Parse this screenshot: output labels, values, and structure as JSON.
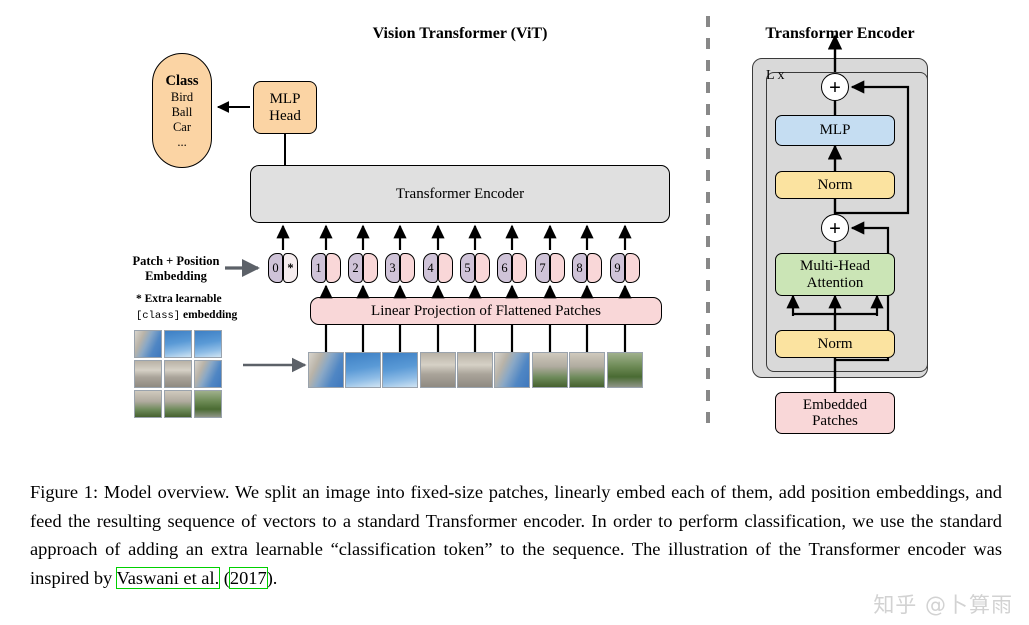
{
  "figure": {
    "left_panel_title": "Vision Transformer (ViT)",
    "right_panel_title": "Transformer Encoder"
  },
  "left_panel": {
    "class_box": {
      "heading": "Class",
      "items": [
        "Bird",
        "Ball",
        "Car",
        "..."
      ]
    },
    "mlp_head": "MLP\nHead",
    "mlp_head_line1": "MLP",
    "mlp_head_line2": "Head",
    "transformer_encoder": "Transformer Encoder",
    "linear_projection": "Linear Projection of Flattened Patches",
    "patch_position_label_line1": "Patch + Position",
    "patch_position_label_line2": "Embedding",
    "extra_learnable_line1": "* Extra learnable",
    "extra_learnable_mono": "[class]",
    "extra_learnable_line2_tail": " embedding",
    "tokens": [
      {
        "index": "0",
        "right": "*",
        "right_is_star": true
      },
      {
        "index": "1",
        "right": "",
        "right_is_star": false
      },
      {
        "index": "2",
        "right": "",
        "right_is_star": false
      },
      {
        "index": "3",
        "right": "",
        "right_is_star": false
      },
      {
        "index": "4",
        "right": "",
        "right_is_star": false
      },
      {
        "index": "5",
        "right": "",
        "right_is_star": false
      },
      {
        "index": "6",
        "right": "",
        "right_is_star": false
      },
      {
        "index": "7",
        "right": "",
        "right_is_star": false
      },
      {
        "index": "8",
        "right": "",
        "right_is_star": false
      },
      {
        "index": "9",
        "right": "",
        "right_is_star": false
      }
    ],
    "num_patches": 9
  },
  "right_panel": {
    "repeat_label": "L x",
    "mlp": "MLP",
    "norm_top": "Norm",
    "attention_line1": "Multi-Head",
    "attention_line2": "Attention",
    "norm_bottom": "Norm",
    "embedded_patches_line1": "Embedded",
    "embedded_patches_line2": "Patches",
    "plus_symbol": "+"
  },
  "caption": {
    "prefix": "Figure 1: Model overview. We split an image into fixed-size patches, linearly embed each of them, add position embeddings, and feed the resulting sequence of vectors to a standard Transformer encoder. In order to perform classification, we use the standard approach of adding an extra learnable “classification token” to the sequence. The illustration of the Transformer encoder was inspired by ",
    "cite_author": "Vaswani et al.",
    "cite_open_paren": " (",
    "cite_year": "2017",
    "cite_close": ")."
  },
  "watermark": {
    "text": "知乎 @卜算雨"
  },
  "colors": {
    "encoder_gray": "#e0e0e0",
    "panel_gray": "#d9d9d9",
    "class_orange": "#fbd4a4",
    "pink": "#f9d7d8",
    "purple": "#cfc3d8",
    "mlp_blue": "#c5ddf2",
    "norm_yellow": "#fbe3a0",
    "attn_green": "#cbe5b6",
    "citation_green": "#00d000",
    "divider_gray": "#888888",
    "watermark_gray": "#d2d2d2"
  }
}
